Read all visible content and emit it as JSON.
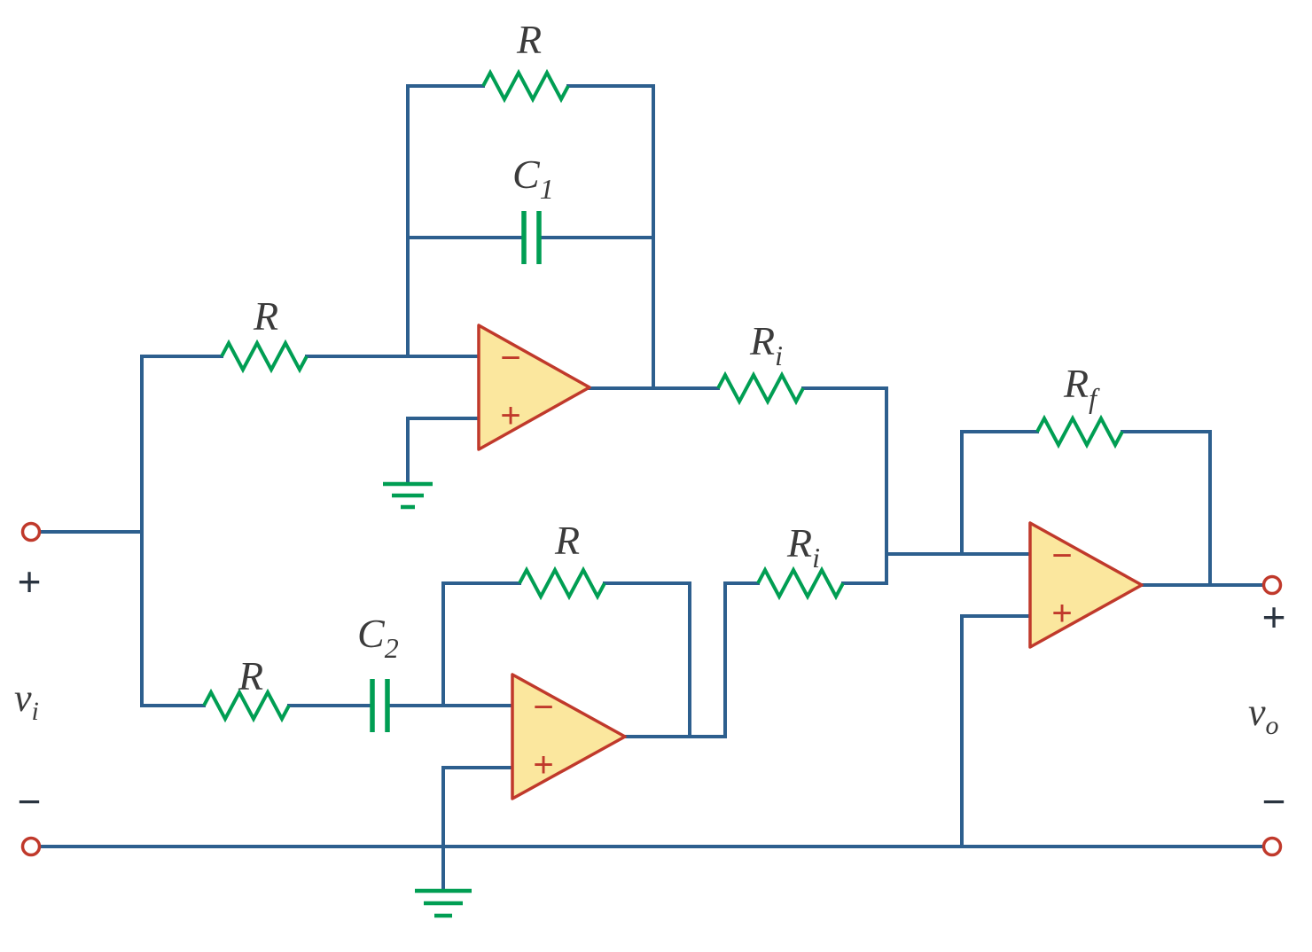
{
  "labels": {
    "r_top": "R",
    "c1_main": "C",
    "c1_sub": "1",
    "r_left": "R",
    "ri_top_main": "R",
    "ri_top_sub": "i",
    "rf_main": "R",
    "rf_sub": "f",
    "r_mid": "R",
    "ri_mid_main": "R",
    "ri_mid_sub": "i",
    "c2_main": "C",
    "c2_sub": "2",
    "r_bottom": "R",
    "vi_main": "v",
    "vi_sub": "i",
    "vo_main": "v",
    "vo_sub": "o",
    "in_plus": "+",
    "in_minus": "−",
    "out_plus": "+",
    "out_minus": "−",
    "opamp_minus": "−",
    "opamp_plus": "+"
  },
  "colors": {
    "wire": "#2d5f8e",
    "component": "#009e53",
    "opamp_fill": "#fbe79e",
    "opamp_stroke": "#c0392b",
    "terminal": "#c0392b",
    "label": "#3b3b3b"
  }
}
